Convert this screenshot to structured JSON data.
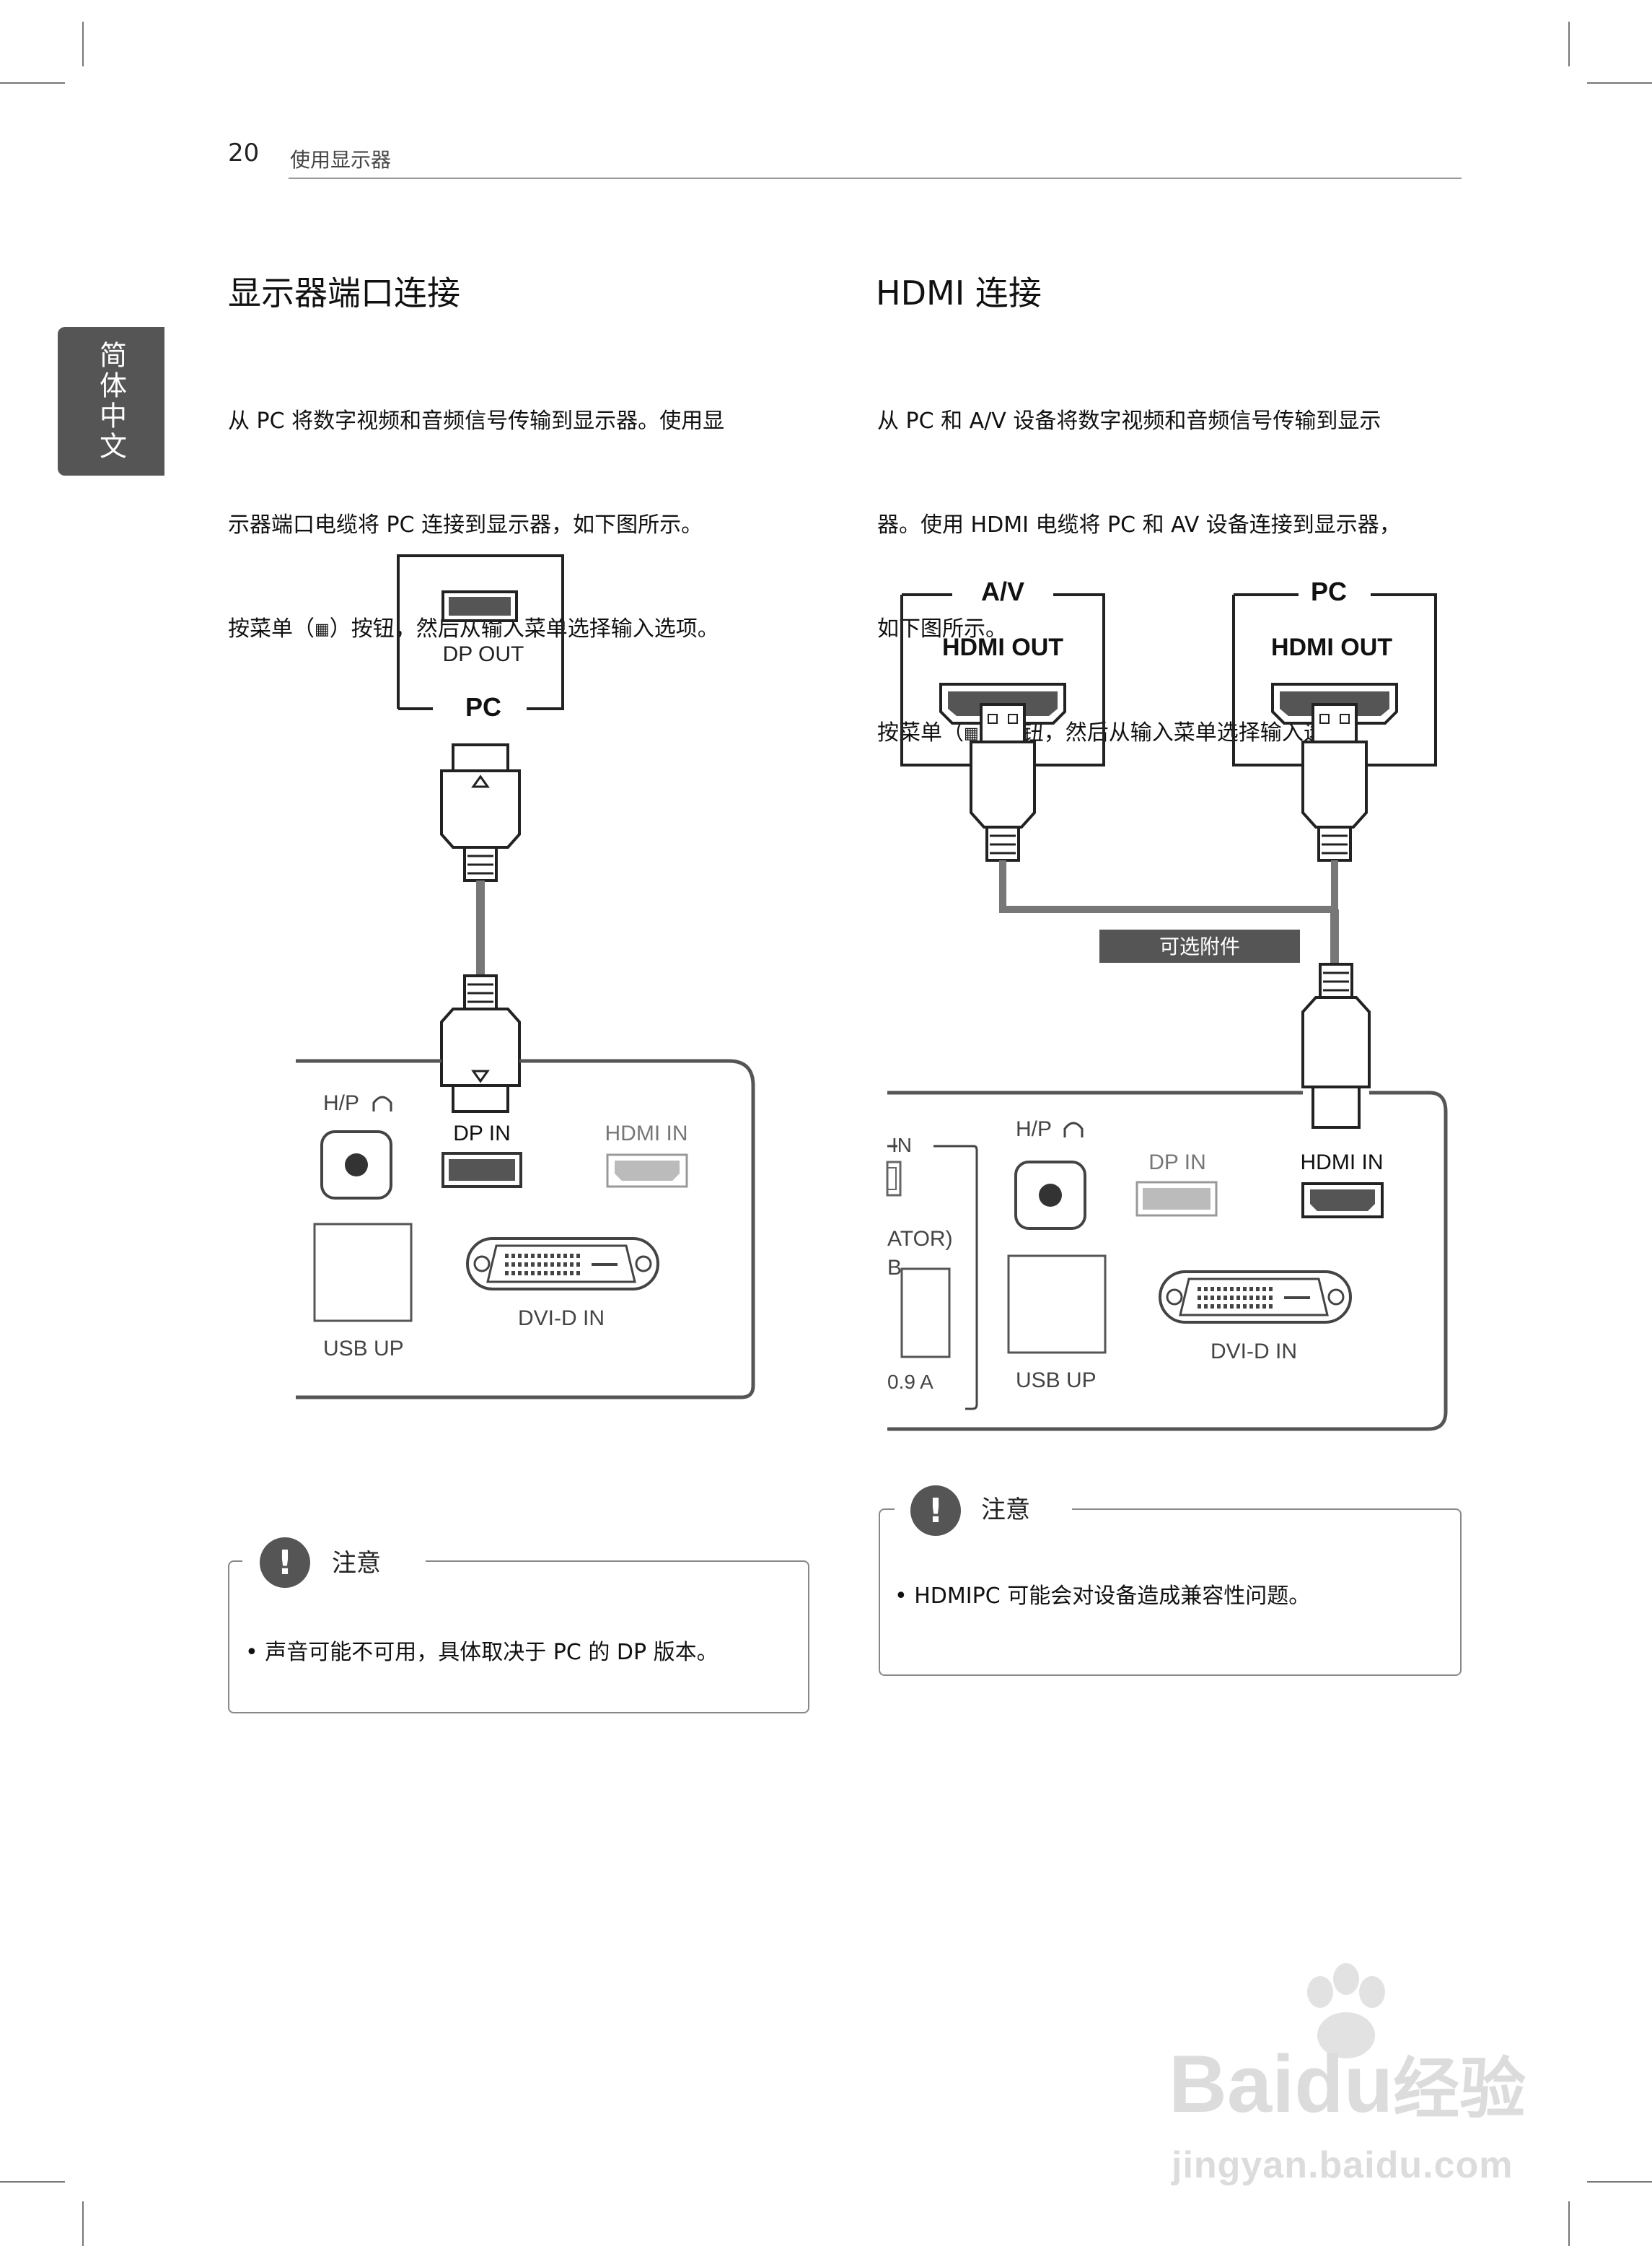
{
  "header": {
    "page_number": "20",
    "section": "使用显示器"
  },
  "side_tab": "简体中文",
  "left": {
    "title": "显示器端口连接",
    "paragraph_line1": "从 PC 将数字视频和音频信号传输到显示器。使用显",
    "paragraph_line2": "示器端口电缆将 PC 连接到显示器，如下图所示。",
    "instr_before": "按菜单（",
    "instr_after": "）按钮，然后从输入菜单选择输入选项。",
    "diagram": {
      "dp_out": "DP OUT",
      "pc": "PC",
      "hp": "H/P",
      "dp_in": "DP IN",
      "hdmi_in": "HDMI IN",
      "usb_up": "USB UP",
      "dvi_d_in": "DVI-D IN"
    },
    "note": {
      "title": "注意",
      "bullet": "•",
      "text": "声音可能不可用，具体取决于 PC 的 DP 版本。"
    }
  },
  "right": {
    "title": "HDMI 连接",
    "paragraph_line1": "从 PC 和 A/V 设备将数字视频和音频信号传输到显示",
    "paragraph_line2": "器。使用 HDMI 电缆将 PC 和 AV 设备连接到显示器，",
    "paragraph_line3": "如下图所示。",
    "instr_before": "按菜单（",
    "instr_after": "）按钮，然后从输入菜单选择输入选项。",
    "diagram": {
      "av": "A/V",
      "pc": "PC",
      "hdmi_out": "HDMI OUT",
      "optional": "可选附件",
      "in_partial": "IN",
      "ator_partial": "ATOR)",
      "b_partial": "B",
      "a_partial": "0.9 A",
      "hp": "H/P",
      "dp_in": "DP IN",
      "hdmi_in": "HDMI IN",
      "usb_up": "USB UP",
      "dvi_d_in": "DVI-D IN"
    },
    "note": {
      "title": "注意",
      "bullet": "•",
      "text": "HDMIPC 可能会对设备造成兼容性问题。"
    }
  },
  "watermark": {
    "brand": "Baidu",
    "brand_cn": "经验",
    "url": "jingyan.baidu.com"
  }
}
